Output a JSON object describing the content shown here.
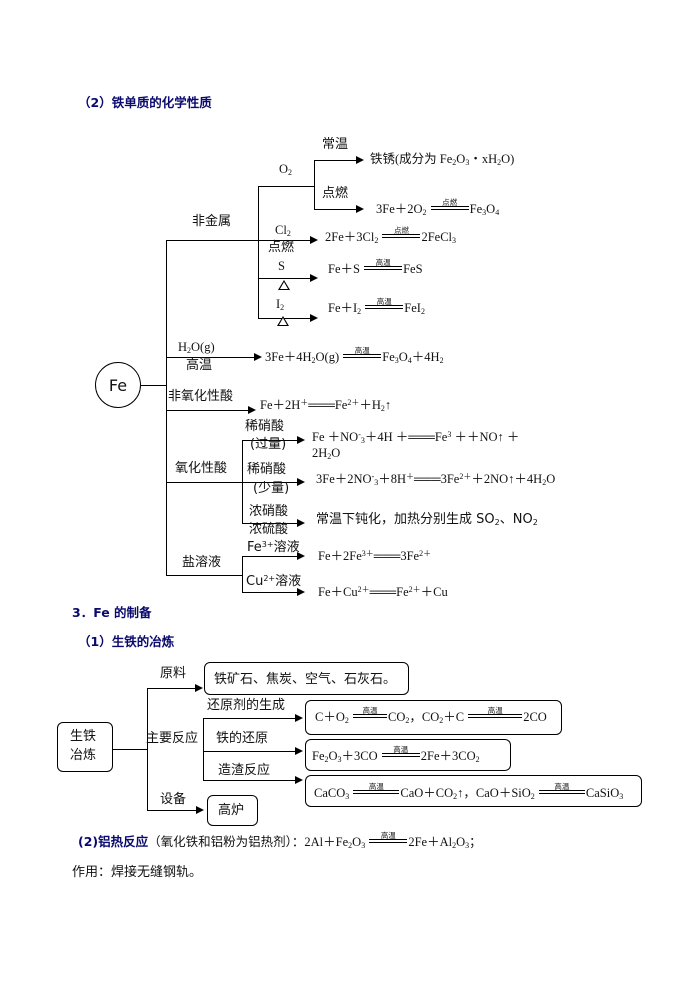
{
  "section2": {
    "heading": "（2）铁单质的化学性质"
  },
  "center": {
    "label": "Fe"
  },
  "branches": {
    "nonmetal": "非金属",
    "water": "H2O(g)",
    "water_cond": "高温",
    "nonox_acid": "非氧化性酸",
    "ox_acid": "氧化性酸",
    "salt": "盐溶液"
  },
  "nonmetal": {
    "o2": "O2",
    "o2_room": "常温",
    "o2_room_result": "铁锈(成分为 Fe2O3・xH2O)",
    "o2_ignite": "点燃",
    "o2_ignite_eq": {
      "left": "3Fe＋2O2",
      "cond": "点燃",
      "right": "Fe3O4"
    },
    "cl2": "Cl2",
    "cl2_cond": "点燃",
    "cl2_eq": {
      "left": "2Fe＋3Cl2",
      "cond": "点燃",
      "right": "2FeCl3"
    },
    "s": "S",
    "s_eq": {
      "left": "Fe＋S",
      "cond": "高温",
      "right": "FeS"
    },
    "i2": "I2",
    "i2_eq": {
      "left": "Fe＋I2",
      "cond": "高温",
      "right": "FeI2"
    }
  },
  "water_eq": {
    "left": "3Fe＋4H2O(g)",
    "cond": "高温",
    "right": "Fe3O4＋4H2"
  },
  "nonox_eq": "Fe＋2H+===Fe2+＋H2↑",
  "ox_acid": {
    "dilute_excess": "稀硝酸",
    "dilute_excess_sub": "(过量)",
    "eq1_line1": "Fe ＋NO-3＋4H ＋===Fe3 ＋＋NO↑ ＋",
    "eq1_line2": "2H2O",
    "dilute_little": "稀硝酸",
    "dilute_little_sub": "(少量)",
    "eq2": "3Fe＋2NO-3＋8H+===3Fe2+＋2NO↑＋4H2O",
    "conc_nitric": "浓硝酸",
    "conc_sulfuric": "浓硫酸",
    "conc_result": "常温下钝化，加热分别生成 SO2、NO2"
  },
  "salt": {
    "fe3": "Fe3+溶液",
    "fe3_eq": "Fe＋2Fe3+===3Fe2+",
    "cu2": "Cu2+溶液",
    "cu2_eq": "Fe＋Cu2+===Fe2+＋Cu"
  },
  "section3": {
    "heading": "3．Fe 的制备",
    "sub1": "（1）生铁的冶炼"
  },
  "smelting": {
    "center_line1": "生铁",
    "center_line2": "冶炼",
    "raw": "原料",
    "raw_box": "铁矿石、焦炭、空气、石灰石。",
    "main": "主要反应",
    "reductant": "还原剂的生成",
    "reductant_eq": {
      "a": "C＋O2",
      "cond1": "高温",
      "b": "CO2，CO2＋C",
      "cond2": "高温",
      "c": "2CO"
    },
    "iron_red": "铁的还原",
    "iron_red_eq": {
      "left": "Fe2O3＋3CO",
      "cond": "高温",
      "right": "2Fe＋3CO2"
    },
    "slag": "造渣反应",
    "slag_eq": {
      "a": "CaCO3",
      "cond1": "高温",
      "b": "CaO＋CO2↑，CaO＋SiO2",
      "cond2": "高温",
      "c": "CaSiO3"
    },
    "equipment": "设备",
    "equipment_box": "高炉"
  },
  "thermite": {
    "label": "(2)铝热反应",
    "note": "（氧化铁和铝粉为铝热剂）：",
    "eq": {
      "left": "2Al＋Fe2O3",
      "cond": "高温",
      "right": "2Fe＋Al2O3；"
    },
    "use": "作用：焊接无缝钢轨。"
  }
}
